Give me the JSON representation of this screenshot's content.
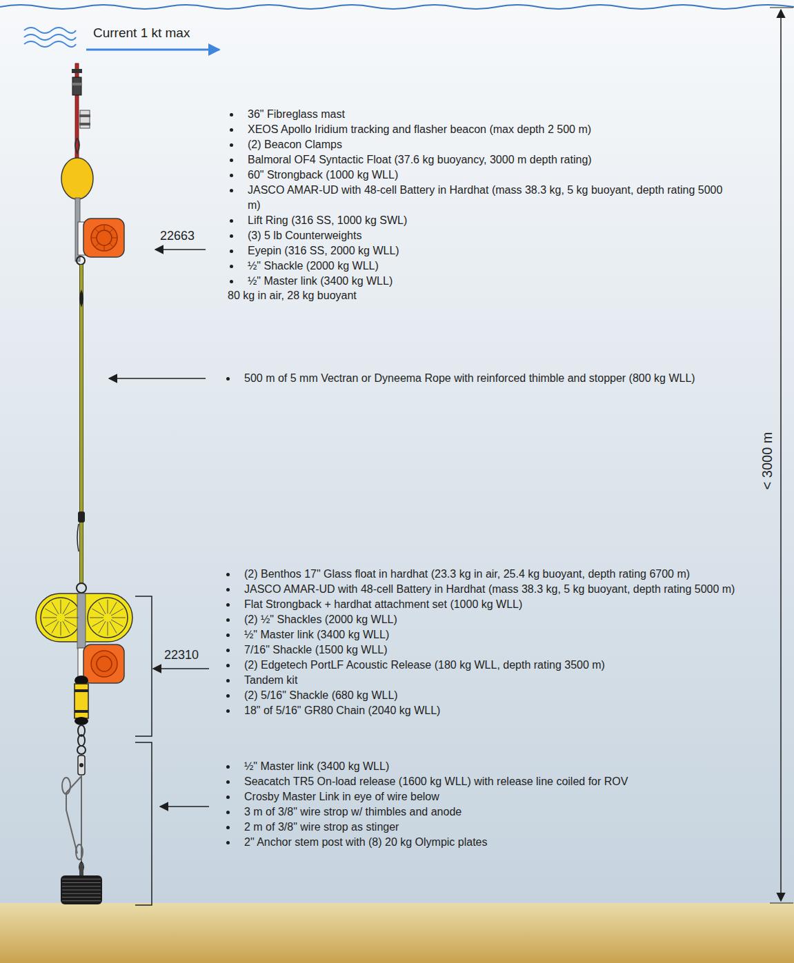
{
  "diagram": {
    "labels": [
      "Current 1 kt max",
      "36\" Fibreglass mast",
      "XEOS Apollo Iridium tracking and flasher beacon (max depth 2 500 m)",
      "(2) Beacon Clamps",
      "Balmoral OF4 Syntactic Float (37.6 kg buoyancy, 3000 m depth rating)",
      "60\" Strongback (1000 kg WLL)",
      "JASCO AMAR-UD with 48-cell Battery in Hardhat (mass 38.3 kg, 5 kg buoyant, depth rating 5000 m)",
      "Lift Ring (316 SS, 1000 kg SWL)",
      "(3) 5 lb Counterweights",
      "Eyepin (316 SS, 2000 kg WLL)",
      "½\" Shackle (2000 kg WLL)",
      "½\" Master link (3400 kg WLL)",
      "80 kg in air, 28 kg buoyant",
      "22663",
      "500 m of 5 mm Vectran or Dyneema Rope with reinforced thimble and stopper (800 kg WLL)",
      "(2) Benthos 17\" Glass float in hardhat (23.3 kg in air, 25.4 kg buoyant, depth rating 6700 m)",
      "JASCO AMAR-UD with 48-cell Battery in Hardhat (mass 38.3 kg, 5 kg buoyant, depth rating 5000 m)",
      "Flat Strongback + hardhat attachment set (1000 kg WLL)",
      "(2) ½\" Shackles (2000 kg WLL)",
      "½\" Master link (3400 kg WLL)",
      "7/16\" Shackle (1500 kg WLL)",
      "(2) Edgetech PortLF Acoustic Release (180 kg WLL, depth rating 3500 m)",
      "Tandem kit",
      "(2) 5/16\" Shackle (680 kg WLL)",
      "18\" of 5/16\" GR80 Chain (2040 kg WLL)",
      "22310",
      "½\" Master link (3400 kg WLL)",
      "Seacatch TR5 On-load release (1600 kg WLL) with release line coiled for ROV",
      "Crosby Master Link in eye of wire below",
      "3 m of 3/8\" wire strop w/ thimbles and anode",
      "2 m of 3/8\" wire strop as stinger",
      "2\" Anchor stem post with (8) 20 kg Olympic plates",
      "< 3000 m"
    ]
  }
}
